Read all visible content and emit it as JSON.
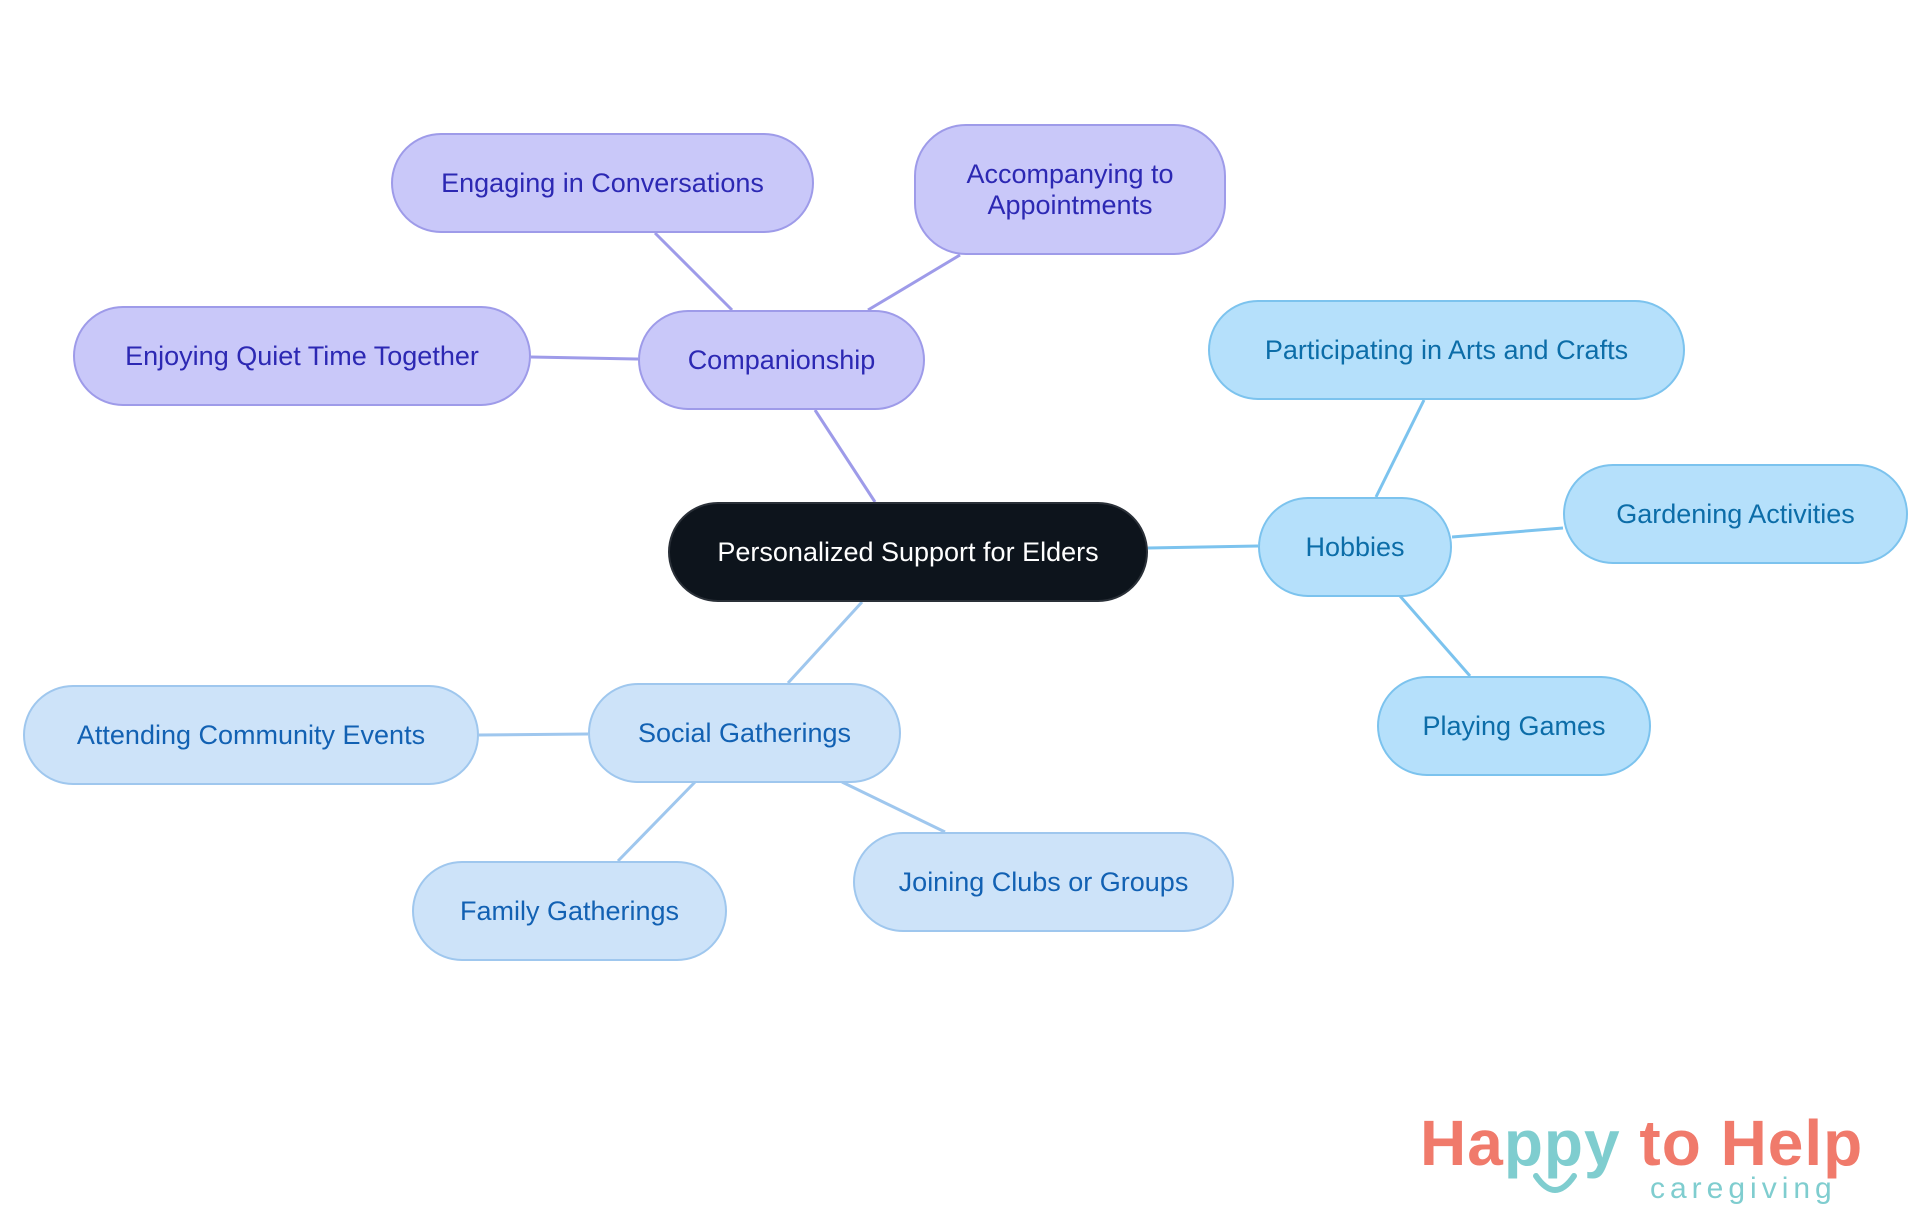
{
  "diagram": {
    "root": "Personalized Support for Elders",
    "companionship": {
      "label": "Companionship",
      "children": [
        "Engaging in Conversations",
        "Accompanying to Appointments",
        "Enjoying Quiet Time Together"
      ]
    },
    "hobbies": {
      "label": "Hobbies",
      "children": [
        "Participating in Arts and Crafts",
        "Gardening Activities",
        "Playing Games"
      ]
    },
    "social": {
      "label": "Social Gatherings",
      "children": [
        "Attending Community Events",
        "Family Gatherings",
        "Joining Clubs or Groups"
      ]
    }
  },
  "colors": {
    "root": "#0d141c",
    "companionship": "#c9c8f9",
    "hobbies": "#b5e0fb",
    "social": "#cde3f9",
    "logo_coral": "#f07a6b",
    "logo_teal": "#7fcdcf"
  },
  "logo": {
    "text_part1": "Ha",
    "text_part2": "ppy",
    "text_part3": " to Help",
    "tagline": "caregiving"
  }
}
